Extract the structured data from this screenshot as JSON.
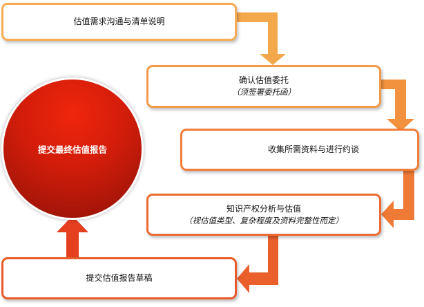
{
  "steps": [
    {
      "title": "估值需求沟通与清单说明"
    },
    {
      "title": "确认估值委托",
      "note": "（须签署委托函）"
    },
    {
      "title": "收集所需资料与进行约谈"
    },
    {
      "title": "知识产权分析与估值",
      "note": "（视估值类型、复杂程度及资料完整性而定）"
    },
    {
      "title": "提交估值报告草稿"
    }
  ],
  "final": {
    "title": "提交最终估值报告"
  },
  "colors": {
    "arrow_start": "#f6ac55",
    "arrow_end": "#e8502a",
    "circle": "#d01c0a"
  }
}
